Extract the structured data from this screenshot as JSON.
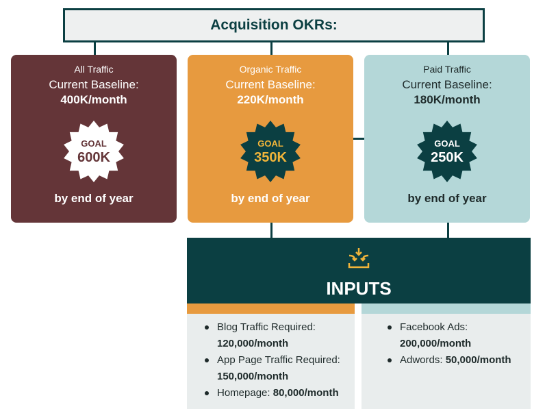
{
  "title": "Acquisition OKRs:",
  "cards": [
    {
      "name": "All Traffic",
      "baseline_label": "Current Baseline:",
      "baseline": "400K/month",
      "goal_label": "GOAL",
      "goal": "600K",
      "deadline": "by end of year",
      "color": "#643538",
      "badge_color": "#ffffff",
      "badge_text": "#643538"
    },
    {
      "name": "Organic Traffic",
      "baseline_label": "Current Baseline:",
      "baseline": "220K/month",
      "goal_label": "GOAL",
      "goal": "350K",
      "deadline": "by end of year",
      "color": "#e79a3f",
      "badge_color": "#0b3f42",
      "badge_text": "#f0b43a"
    },
    {
      "name": "Paid Traffic",
      "baseline_label": "Current Baseline:",
      "baseline": "180K/month",
      "goal_label": "GOAL",
      "goal": "250K",
      "deadline": "by end of year",
      "color": "#b4d7d8",
      "badge_color": "#0b3f42",
      "badge_text": "#ffffff"
    }
  ],
  "inputs": {
    "label": "INPUTS",
    "icon": "inbox-arrows-icon",
    "organic": [
      {
        "label": "Blog Traffic Required:",
        "value": "120,000/month"
      },
      {
        "label": "App Page Traffic Required:",
        "value": "150,000/month"
      },
      {
        "label": "Homepage:",
        "value": "80,000/month"
      }
    ],
    "paid": [
      {
        "label": "Facebook Ads:",
        "value": "200,000/month"
      },
      {
        "label": "Adwords:",
        "value": "50,000/month"
      }
    ]
  }
}
